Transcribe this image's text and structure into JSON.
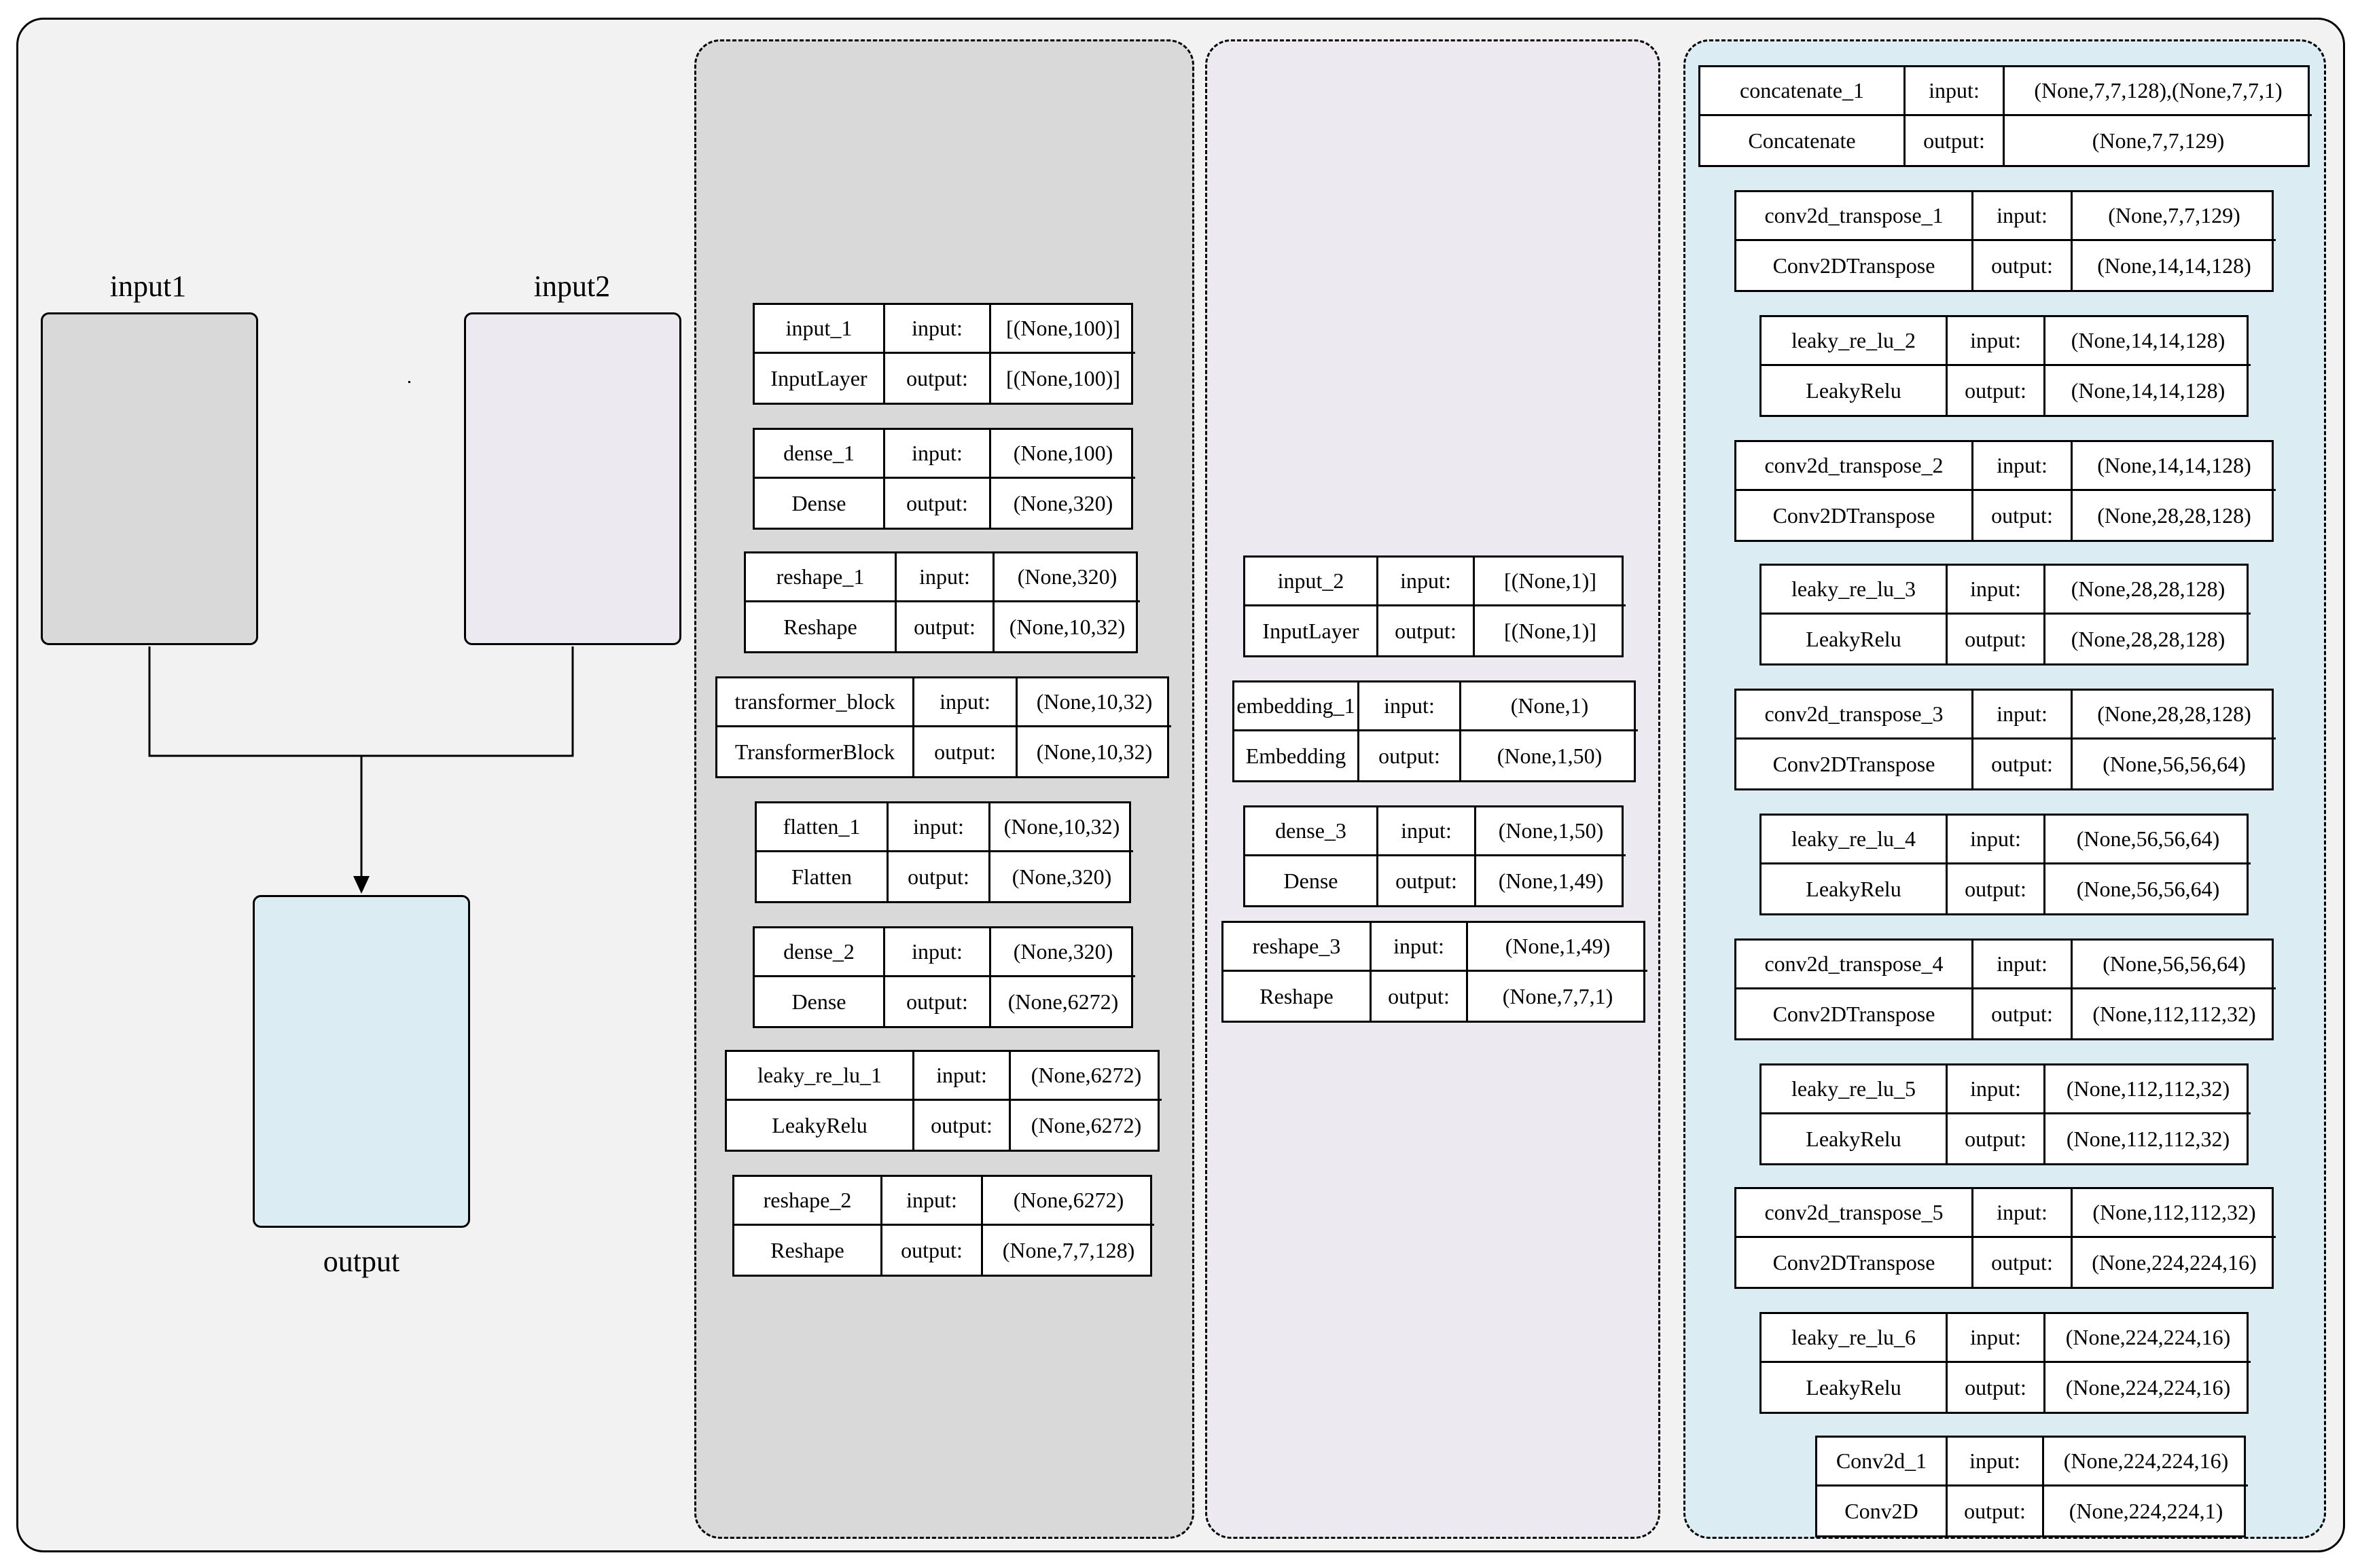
{
  "overview": {
    "input1_label": "input1",
    "input2_label": "input2",
    "output_label": "output"
  },
  "colors": {
    "background": "#f2f2f2",
    "input1_fill": "#d9d9d9",
    "input2_fill": "#ede9f1",
    "output_fill": "#dbecf2",
    "panel1_fill": "#d9d9d9",
    "panel2_fill": "#ede9f1",
    "panel3_fill": "#dbecf2"
  },
  "panel1": {
    "layers": [
      {
        "name": "input_1",
        "type": "InputLayer",
        "input_label": "input:",
        "output_label": "output:",
        "input_shape": "[(None,100)]",
        "output_shape": "[(None,100)]"
      },
      {
        "name": "dense_1",
        "type": "Dense",
        "input_label": "input:",
        "output_label": "output:",
        "input_shape": "(None,100)",
        "output_shape": "(None,320)"
      },
      {
        "name": "reshape_1",
        "type": "Reshape",
        "input_label": "input:",
        "output_label": "output:",
        "input_shape": "(None,320)",
        "output_shape": "(None,10,32)"
      },
      {
        "name": "transformer_block",
        "type": "TransformerBlock",
        "input_label": "input:",
        "output_label": "output:",
        "input_shape": "(None,10,32)",
        "output_shape": "(None,10,32)"
      },
      {
        "name": "flatten_1",
        "type": "Flatten",
        "input_label": "input:",
        "output_label": "output:",
        "input_shape": "(None,10,32)",
        "output_shape": "(None,320)"
      },
      {
        "name": "dense_2",
        "type": "Dense",
        "input_label": "input:",
        "output_label": "output:",
        "input_shape": "(None,320)",
        "output_shape": "(None,6272)"
      },
      {
        "name": "leaky_re_lu_1",
        "type": "LeakyRelu",
        "input_label": "input:",
        "output_label": "output:",
        "input_shape": "(None,6272)",
        "output_shape": "(None,6272)"
      },
      {
        "name": "reshape_2",
        "type": "Reshape",
        "input_label": "input:",
        "output_label": "output:",
        "input_shape": "(None,6272)",
        "output_shape": "(None,7,7,128)"
      }
    ]
  },
  "panel2": {
    "layers": [
      {
        "name": "input_2",
        "type": "InputLayer",
        "input_label": "input:",
        "output_label": "output:",
        "input_shape": "[(None,1)]",
        "output_shape": "[(None,1)]"
      },
      {
        "name": "embedding_1",
        "type": "Embedding",
        "input_label": "input:",
        "output_label": "output:",
        "input_shape": "(None,1)",
        "output_shape": "(None,1,50)"
      },
      {
        "name": "dense_3",
        "type": "Dense",
        "input_label": "input:",
        "output_label": "output:",
        "input_shape": "(None,1,50)",
        "output_shape": "(None,1,49)"
      },
      {
        "name": "reshape_3",
        "type": "Reshape",
        "input_label": "input:",
        "output_label": "output:",
        "input_shape": "(None,1,49)",
        "output_shape": "(None,7,7,1)"
      }
    ]
  },
  "panel3": {
    "layers": [
      {
        "name": "concatenate_1",
        "type": "Concatenate",
        "input_label": "input:",
        "output_label": "output:",
        "input_shape": "(None,7,7,128),(None,7,7,1)",
        "output_shape": "(None,7,7,129)"
      },
      {
        "name": "conv2d_transpose_1",
        "type": "Conv2DTranspose",
        "input_label": "input:",
        "output_label": "output:",
        "input_shape": "(None,7,7,129)",
        "output_shape": "(None,14,14,128)"
      },
      {
        "name": "leaky_re_lu_2",
        "type": "LeakyRelu",
        "input_label": "input:",
        "output_label": "output:",
        "input_shape": "(None,14,14,128)",
        "output_shape": "(None,14,14,128)"
      },
      {
        "name": "conv2d_transpose_2",
        "type": "Conv2DTranspose",
        "input_label": "input:",
        "output_label": "output:",
        "input_shape": "(None,14,14,128)",
        "output_shape": "(None,28,28,128)"
      },
      {
        "name": "leaky_re_lu_3",
        "type": "LeakyRelu",
        "input_label": "input:",
        "output_label": "output:",
        "input_shape": "(None,28,28,128)",
        "output_shape": "(None,28,28,128)"
      },
      {
        "name": "conv2d_transpose_3",
        "type": "Conv2DTranspose",
        "input_label": "input:",
        "output_label": "output:",
        "input_shape": "(None,28,28,128)",
        "output_shape": "(None,56,56,64)"
      },
      {
        "name": "leaky_re_lu_4",
        "type": "LeakyRelu",
        "input_label": "input:",
        "output_label": "output:",
        "input_shape": "(None,56,56,64)",
        "output_shape": "(None,56,56,64)"
      },
      {
        "name": "conv2d_transpose_4",
        "type": "Conv2DTranspose",
        "input_label": "input:",
        "output_label": "output:",
        "input_shape": "(None,56,56,64)",
        "output_shape": "(None,112,112,32)"
      },
      {
        "name": "leaky_re_lu_5",
        "type": "LeakyRelu",
        "input_label": "input:",
        "output_label": "output:",
        "input_shape": "(None,112,112,32)",
        "output_shape": "(None,112,112,32)"
      },
      {
        "name": "conv2d_transpose_5",
        "type": "Conv2DTranspose",
        "input_label": "input:",
        "output_label": "output:",
        "input_shape": "(None,112,112,32)",
        "output_shape": "(None,224,224,16)"
      },
      {
        "name": "leaky_re_lu_6",
        "type": "LeakyRelu",
        "input_label": "input:",
        "output_label": "output:",
        "input_shape": "(None,224,224,16)",
        "output_shape": "(None,224,224,16)"
      },
      {
        "name": "Conv2d_1",
        "type": "Conv2D",
        "input_label": "input:",
        "output_label": "output:",
        "input_shape": "(None,224,224,16)",
        "output_shape": "(None,224,224,1)"
      }
    ]
  }
}
